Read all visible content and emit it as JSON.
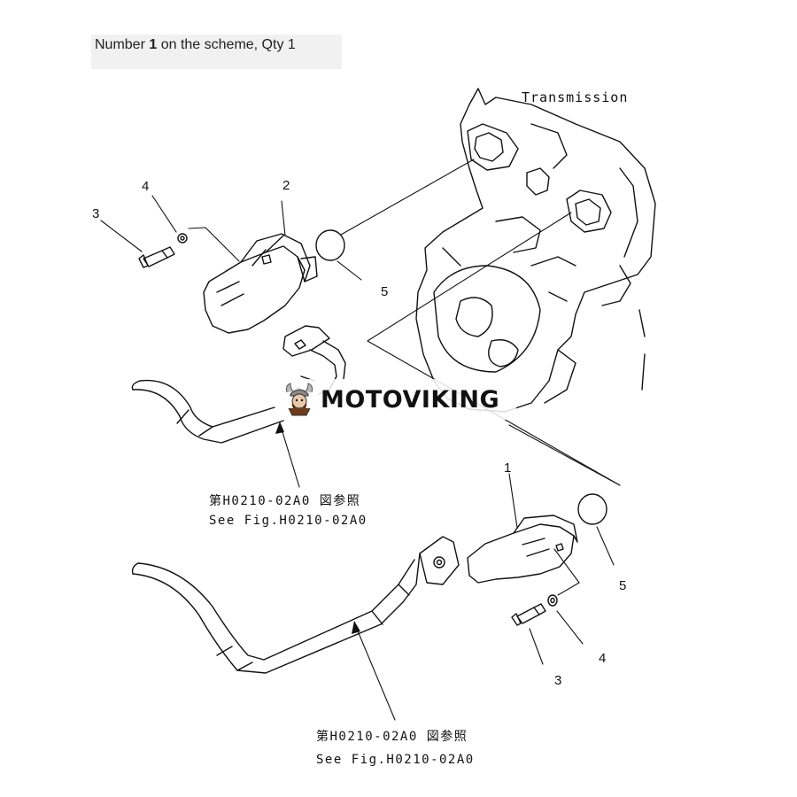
{
  "header": {
    "prefix": "Number ",
    "number": "1",
    "suffix": " on the scheme, Qty 1"
  },
  "diagram": {
    "transmission_label": "Transmission",
    "callouts": {
      "top_4": "4",
      "top_3": "3",
      "top_2": "2",
      "top_5": "5",
      "bottom_1": "1",
      "bottom_5": "5",
      "bottom_4": "4",
      "bottom_3": "3"
    },
    "ref_top_jp": "第H0210-02A0 図参照",
    "ref_top_en": "See Fig.H0210-02A0",
    "ref_bottom_jp": "第H0210-02A0 図参照",
    "ref_bottom_en": "See Fig.H0210-02A0"
  },
  "watermark": {
    "text": "MOTOVIKING",
    "logo": "viking-mascot-icon"
  }
}
